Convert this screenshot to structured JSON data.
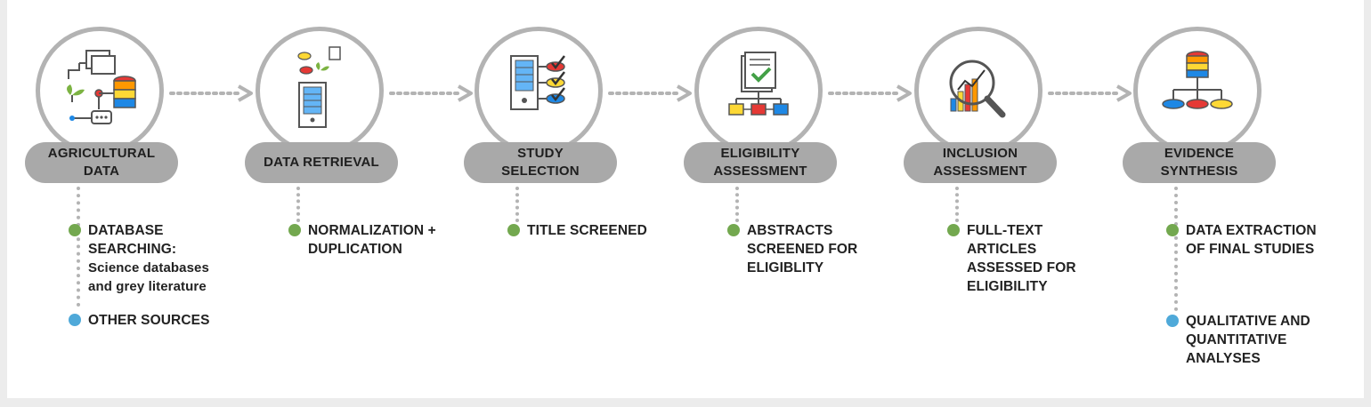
{
  "colors": {
    "green_dot": "#73a84f",
    "blue_dot": "#4fa9d9",
    "pill": "#a9a9a9",
    "ring": "#b3b3b3",
    "text": "#222222"
  },
  "stages": [
    {
      "label": "AGRICULTURAL\nDATA",
      "icon": "database-network-icon",
      "items": [
        {
          "text": "DATABASE\nSEARCHING:",
          "subtext": "Science databases\nand grey literature",
          "dot": "green"
        },
        {
          "text": "OTHER SOURCES",
          "dot": "blue"
        }
      ]
    },
    {
      "label": "DATA RETRIEVAL",
      "icon": "server-retrieval-icon",
      "items": [
        {
          "text": "NORMALIZATION +\nDUPLICATION",
          "dot": "green"
        }
      ]
    },
    {
      "label": "STUDY\nSELECTION",
      "icon": "server-checklist-icon",
      "items": [
        {
          "text": "TITLE SCREENED",
          "dot": "green"
        }
      ]
    },
    {
      "label": "ELIGIBILITY\nASSESSMENT",
      "icon": "document-check-icon",
      "items": [
        {
          "text": "ABSTRACTS\nSCREENED FOR\nELIGIBLITY",
          "dot": "green"
        }
      ]
    },
    {
      "label": "INCLUSION\nASSESSMENT",
      "icon": "magnifier-chart-icon",
      "items": [
        {
          "text": "FULL-TEXT\nARTICLES\nASSESSED FOR\nELIGIBILITY",
          "dot": "green"
        }
      ]
    },
    {
      "label": "EVIDENCE\nSYNTHESIS",
      "icon": "database-hierarchy-icon",
      "items": [
        {
          "text": "DATA EXTRACTION\nOF FINAL STUDIES",
          "dot": "green"
        },
        {
          "text": "QUALITATIVE AND\nQUANTITATIVE\nANALYSES",
          "dot": "blue"
        }
      ]
    }
  ]
}
